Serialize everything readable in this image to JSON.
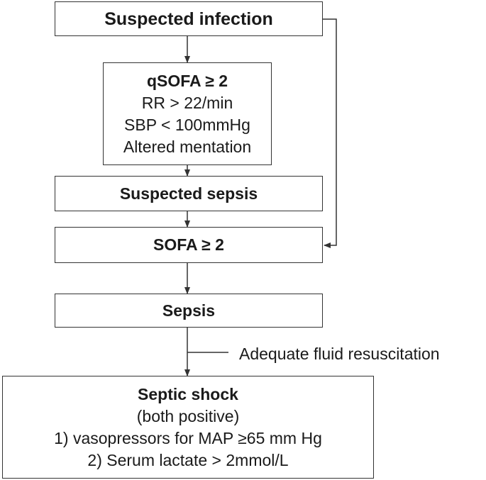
{
  "nodes": {
    "suspected_infection": "Suspected infection",
    "qsofa": {
      "title": "qSOFA ≥ 2",
      "criteria": [
        "RR > 22/min",
        "SBP < 100mmHg",
        "Altered mentation"
      ]
    },
    "suspected_sepsis": "Suspected sepsis",
    "sofa": "SOFA ≥ 2",
    "sepsis": "Sepsis",
    "septic_shock": {
      "title": "Septic shock",
      "subtitle": "(both positive)",
      "criteria": [
        "1) vasopressors for MAP ≥65 mm Hg",
        "2) Serum lactate > 2mmol/L"
      ]
    }
  },
  "edge_labels": {
    "fluid": "Adequate fluid resuscitation"
  },
  "colors": {
    "line": "#333333",
    "text": "#1a1a1a",
    "background": "#ffffff"
  }
}
